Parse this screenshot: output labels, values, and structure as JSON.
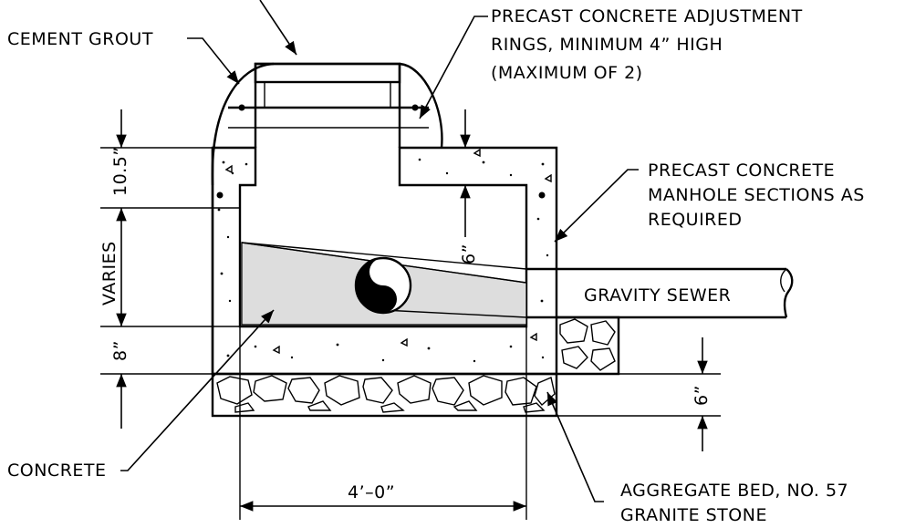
{
  "callouts": {
    "cement_grout": "CEMENT GROUT",
    "adjustment_rings": [
      "PRECAST CONCRETE ADJUSTMENT",
      "RINGS, MINIMUM 4” HIGH",
      "(MAXIMUM OF 2)"
    ],
    "manhole_sections": [
      "PRECAST CONCRETE",
      "MANHOLE SECTIONS AS",
      "REQUIRED"
    ],
    "gravity_sewer": "GRAVITY SEWER",
    "concrete": "CONCRETE",
    "aggregate_bed": [
      "AGGREGATE BED, NO. 57",
      "GRANITE STONE"
    ]
  },
  "dimensions": {
    "top_slab": "10.5”",
    "varies": "VARIES",
    "base_slab": "8”",
    "top_clearance": "6”",
    "bed_thickness": "6”",
    "width": "4’–0”"
  }
}
